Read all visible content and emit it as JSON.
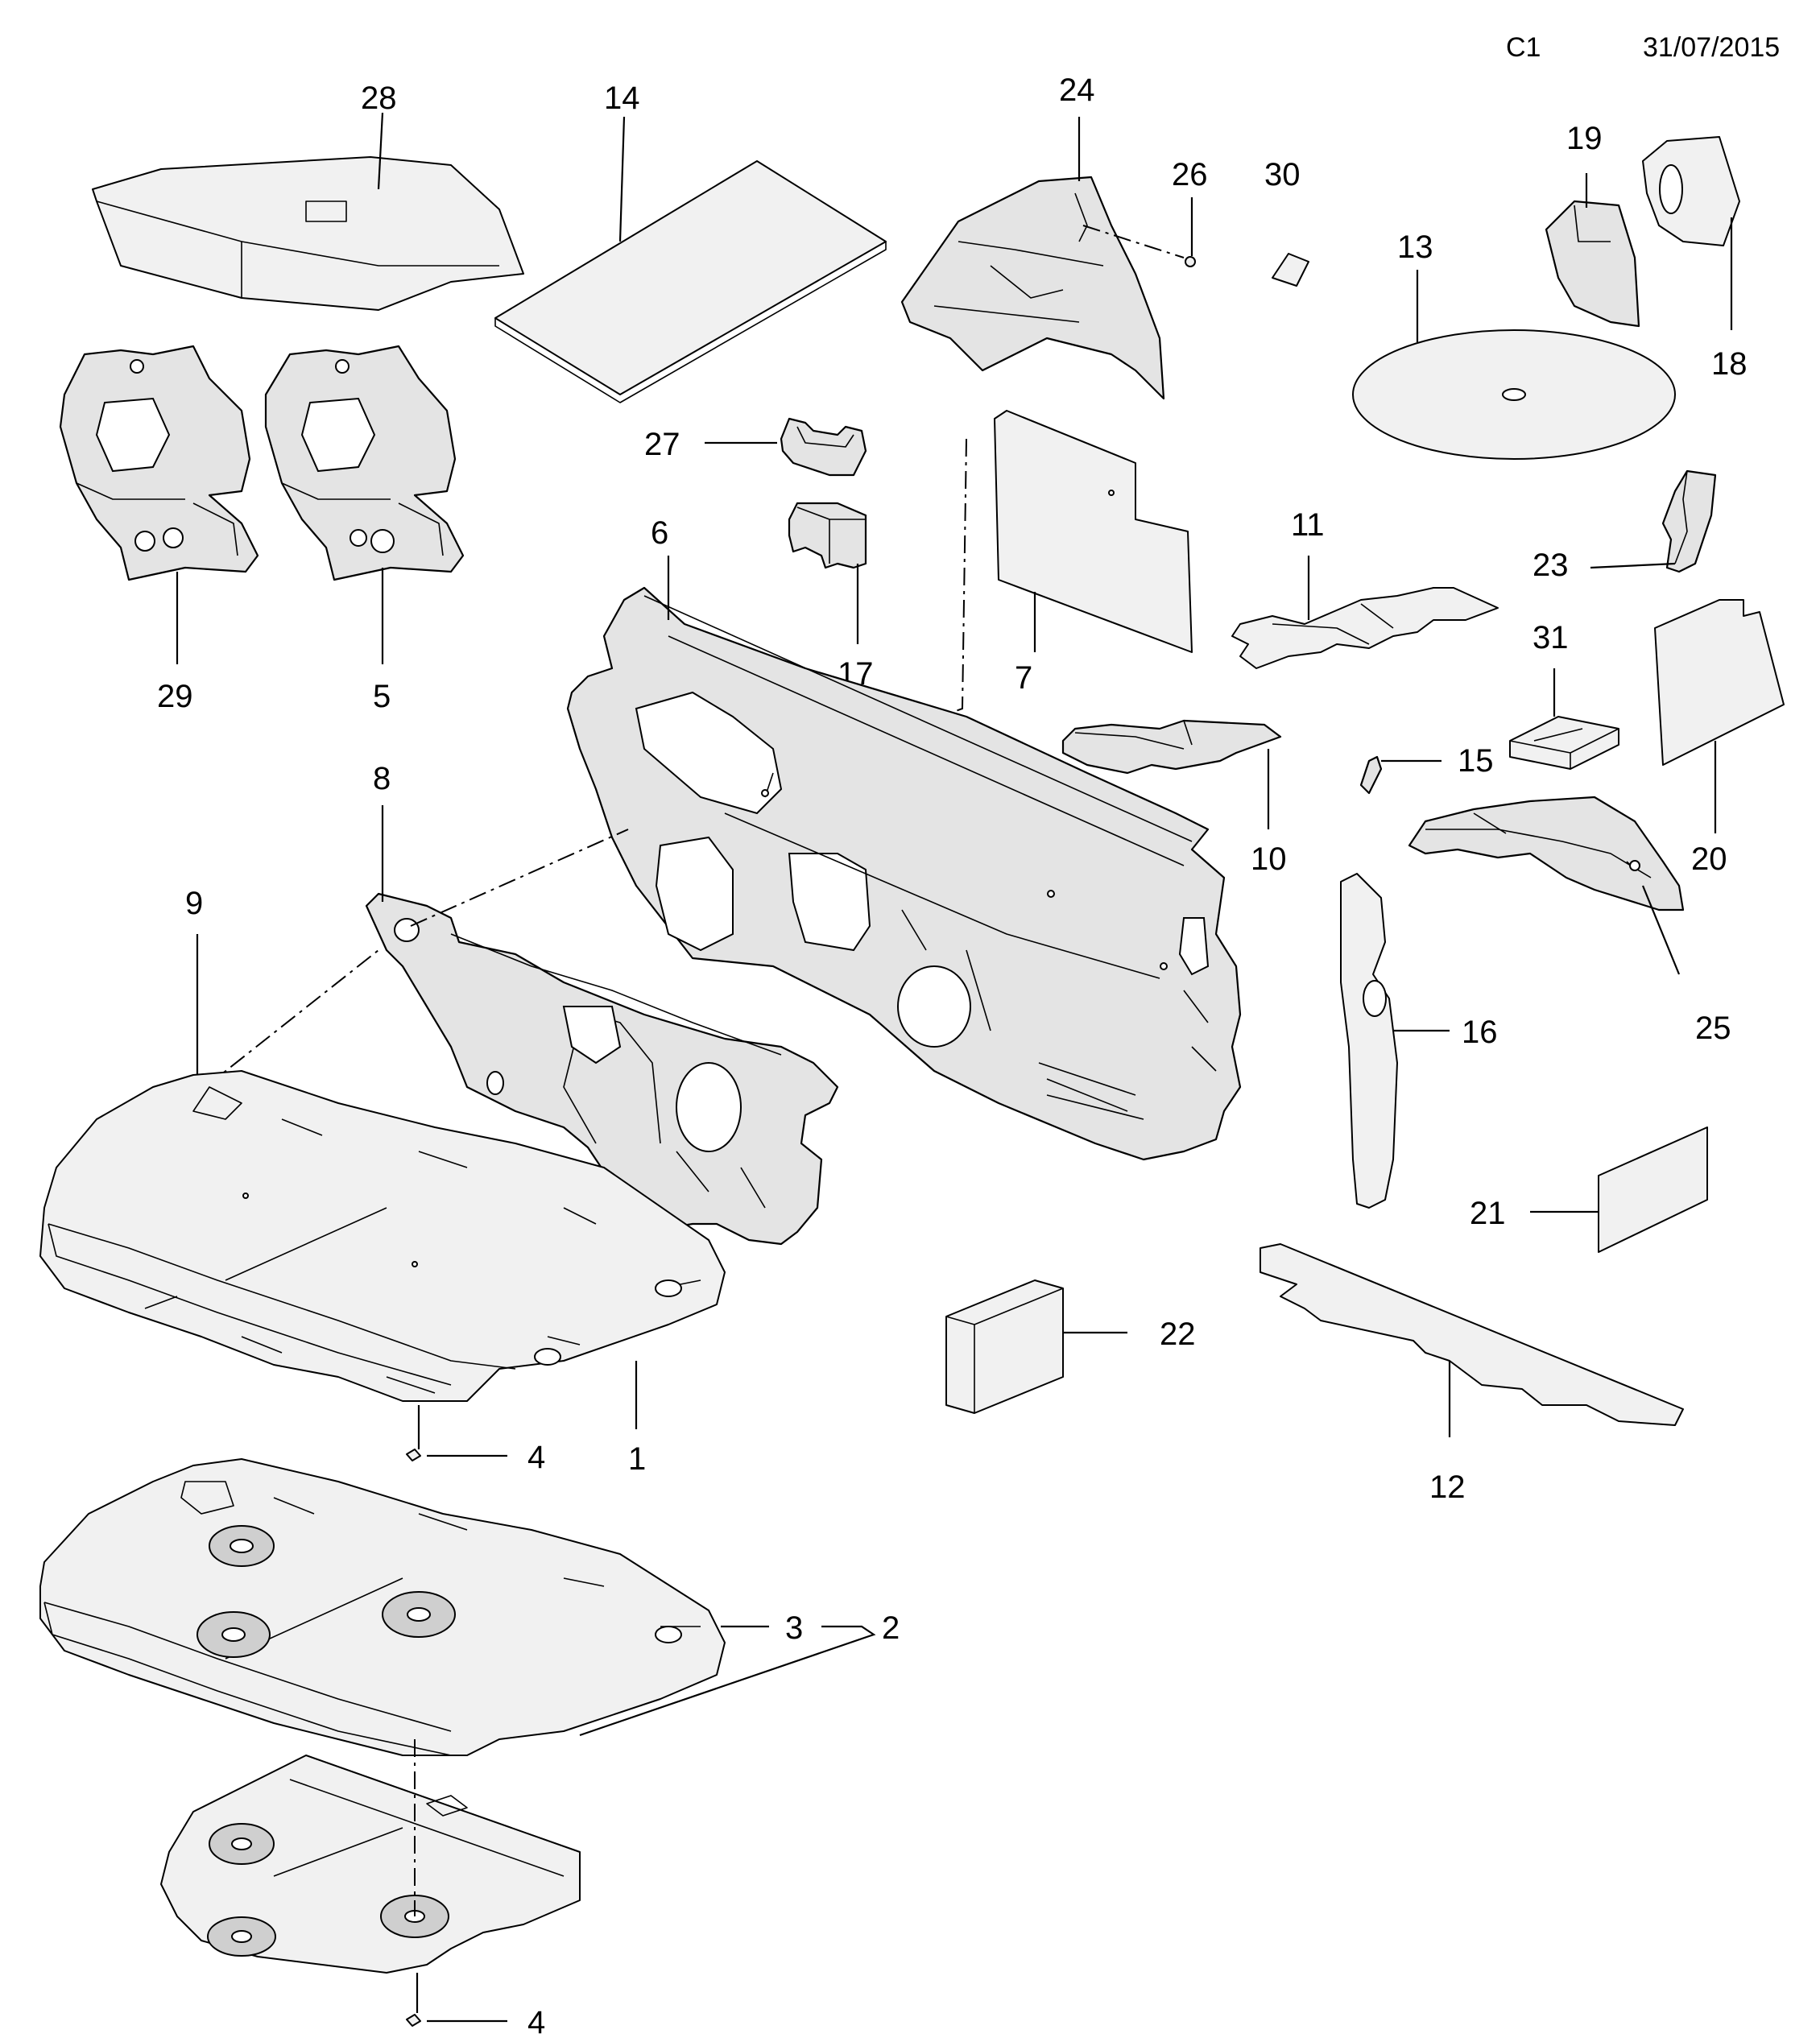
{
  "header": {
    "code": "C1",
    "date": "31/07/2015"
  },
  "callouts": {
    "c1": "1",
    "c2": "2",
    "c3": "3",
    "c4a": "4",
    "c4b": "4",
    "c5": "5",
    "c6": "6",
    "c7": "7",
    "c8": "8",
    "c9": "9",
    "c10": "10",
    "c11": "11",
    "c12": "12",
    "c13": "13",
    "c14": "14",
    "c15": "15",
    "c16": "16",
    "c17": "17",
    "c18": "18",
    "c19": "19",
    "c20": "20",
    "c21": "21",
    "c22": "22",
    "c23": "23",
    "c24": "24",
    "c25": "25",
    "c26": "26",
    "c27": "27",
    "c28": "28",
    "c29": "29",
    "c30": "30",
    "c31": "31"
  }
}
